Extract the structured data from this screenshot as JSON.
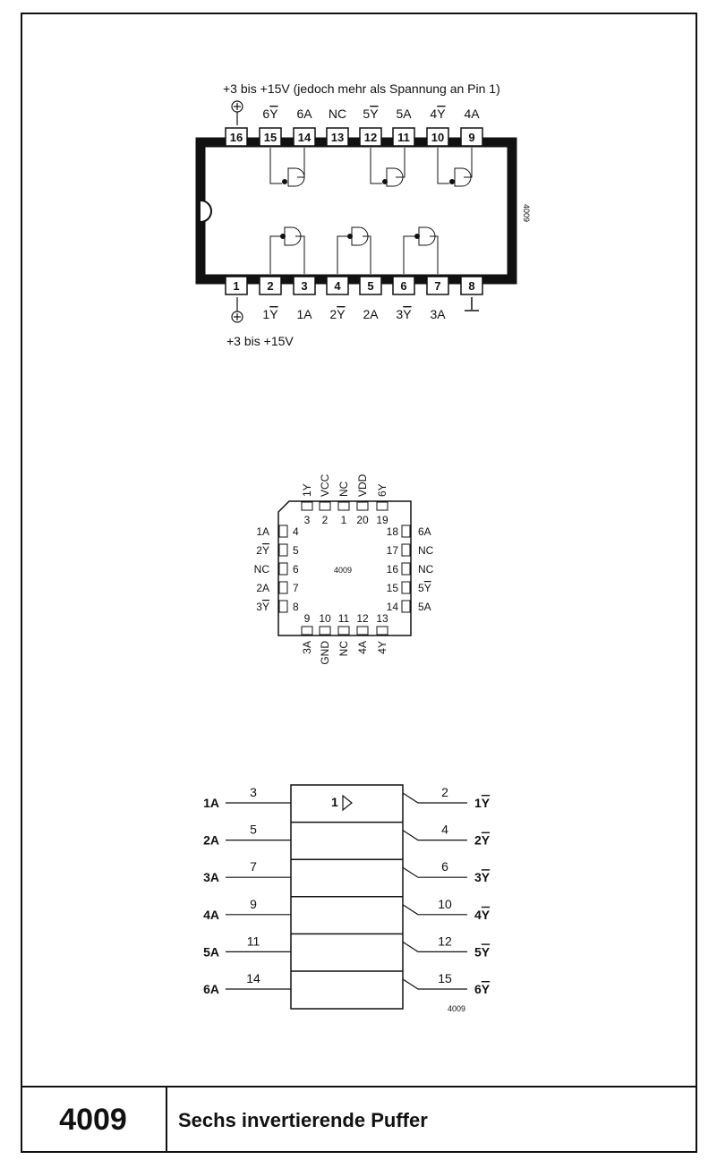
{
  "dip": {
    "supply_top": "+3 bis +15V (jedoch mehr als Spannung an Pin 1)",
    "supply_bottom": "+3 bis +15V",
    "chip_code": "4009",
    "top_labels": [
      "6Y",
      "6A",
      "NC",
      "5Y",
      "5A",
      "4Y",
      "4A"
    ],
    "top_overline": [
      true,
      false,
      false,
      true,
      false,
      true,
      false
    ],
    "top_pins": [
      "16",
      "15",
      "14",
      "13",
      "12",
      "11",
      "10",
      "9"
    ],
    "bottom_pins": [
      "1",
      "2",
      "3",
      "4",
      "5",
      "6",
      "7",
      "8"
    ],
    "bottom_labels": [
      "1Y",
      "1A",
      "2Y",
      "2A",
      "3Y",
      "3A"
    ],
    "bottom_overline": [
      true,
      false,
      true,
      false,
      true,
      false
    ]
  },
  "plcc": {
    "chip_code": "4009",
    "top_labels": [
      "1Y",
      "VCC",
      "NC",
      "VDD",
      "6Y"
    ],
    "top_nums": [
      "3",
      "2",
      "1",
      "20",
      "19"
    ],
    "left_labels": [
      "1A",
      "2Y",
      "NC",
      "2A",
      "3Y"
    ],
    "left_overline": [
      false,
      true,
      false,
      false,
      true
    ],
    "left_nums": [
      "4",
      "5",
      "6",
      "7",
      "8"
    ],
    "right_labels": [
      "6A",
      "NC",
      "NC",
      "5Y",
      "5A"
    ],
    "right_overline": [
      false,
      false,
      false,
      true,
      false
    ],
    "right_nums": [
      "18",
      "17",
      "16",
      "15",
      "14"
    ],
    "bottom_labels": [
      "3A",
      "GND",
      "NC",
      "4A",
      "4Y"
    ],
    "bottom_nums": [
      "9",
      "10",
      "11",
      "12",
      "13"
    ]
  },
  "logic": {
    "symbol": "1",
    "code": "4009",
    "inputs": [
      "1A",
      "2A",
      "3A",
      "4A",
      "5A",
      "6A"
    ],
    "input_pins": [
      "3",
      "5",
      "7",
      "9",
      "11",
      "14"
    ],
    "outputs": [
      "1Y",
      "2Y",
      "3Y",
      "4Y",
      "5Y",
      "6Y"
    ],
    "output_pins": [
      "2",
      "4",
      "6",
      "10",
      "12",
      "15"
    ]
  },
  "footer": {
    "number": "4009",
    "title": "Sechs invertierende Puffer"
  }
}
